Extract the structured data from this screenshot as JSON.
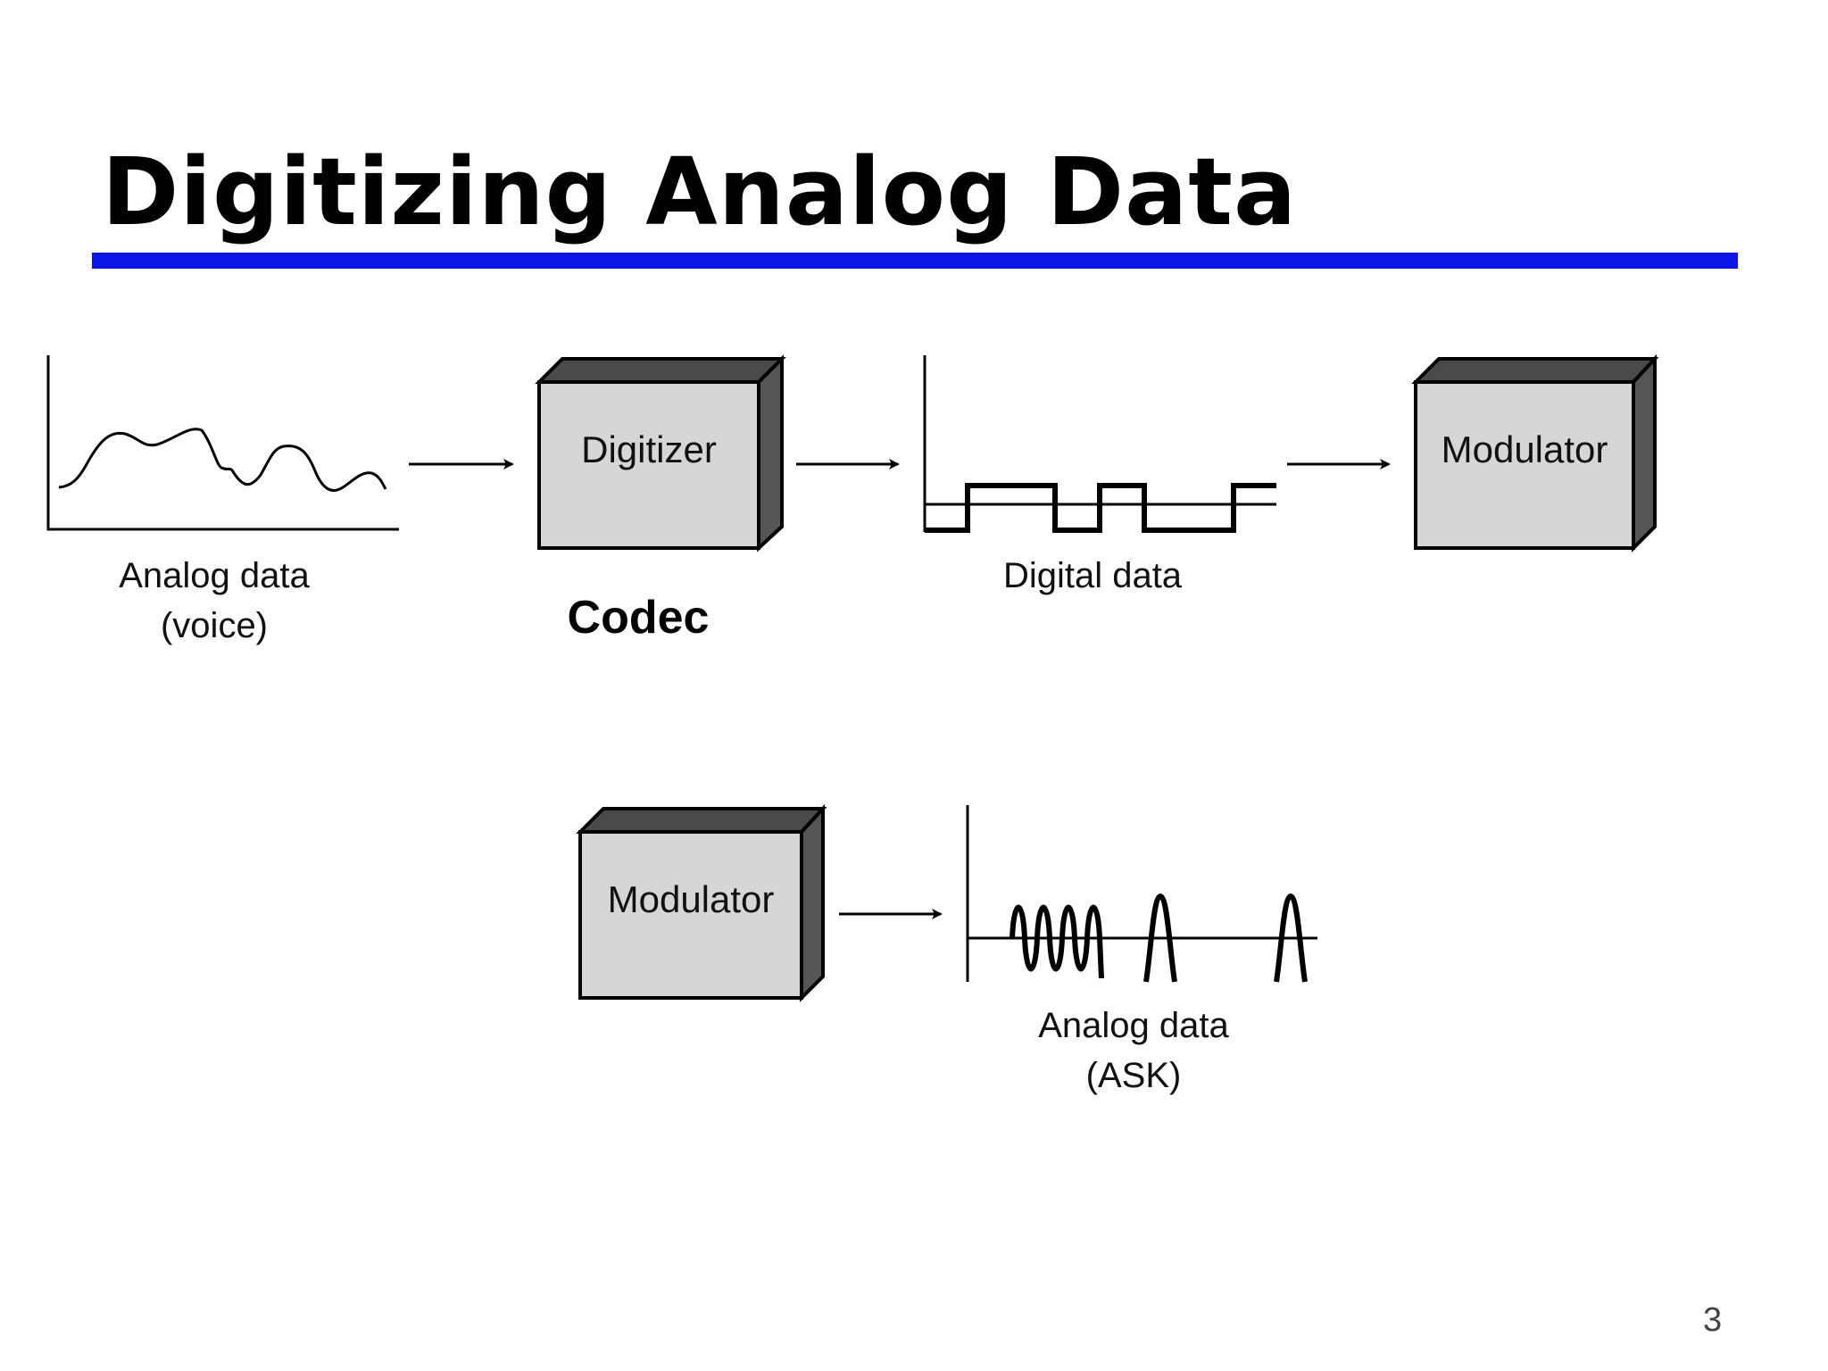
{
  "slide": {
    "title": "Digitizing Analog Data",
    "page_number": "3",
    "accent_color": "#0b16e6"
  },
  "diagram": {
    "top_row": {
      "analog_label_line1": "Analog data",
      "analog_label_line2": "(voice)",
      "digitizer_label": "Digitizer",
      "codec_label": "Codec",
      "digital_label": "Digital data",
      "modulator_label": "Modulator"
    },
    "bottom_row": {
      "modulator_label": "Modulator",
      "ask_label_line1": "Analog data",
      "ask_label_line2": "(ASK)"
    },
    "box_fill": "#d6d6d6",
    "box_side_fill": "#555555"
  }
}
